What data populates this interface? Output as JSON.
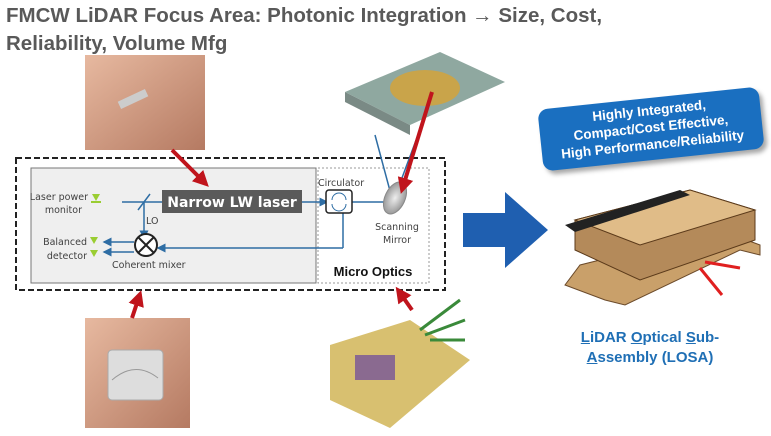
{
  "title": {
    "line1": "FMCW LiDAR Focus Area:  Photonic Integration → Size, Cost,",
    "line2": "Reliability, Volume Mfg"
  },
  "diagram": {
    "laser": "Narrow LW laser",
    "power_monitor_1": "Laser power",
    "power_monitor_2": "monitor",
    "lo": "LO",
    "balanced_1": "Balanced",
    "balanced_2": "detector",
    "mixer": "Coherent mixer",
    "circulator": "Circulator",
    "mirror_1": "Scanning",
    "mirror_2": "Mirror",
    "micro_optics": "Micro Optics"
  },
  "callout": {
    "line1": "Highly Integrated,",
    "line2": "Compact/Cost Effective,",
    "line3": "High Performance/Reliability"
  },
  "losa": {
    "l1a": "L",
    "l1b": "iDAR ",
    "l1c": "O",
    "l1d": "ptical ",
    "l1e": "S",
    "l1f": "ub-",
    "l2a": "A",
    "l2b": "ssembly (LOSA)"
  },
  "colors": {
    "accent": "#1a6fc0",
    "arrow": "#c0141c",
    "title": "#595959"
  }
}
